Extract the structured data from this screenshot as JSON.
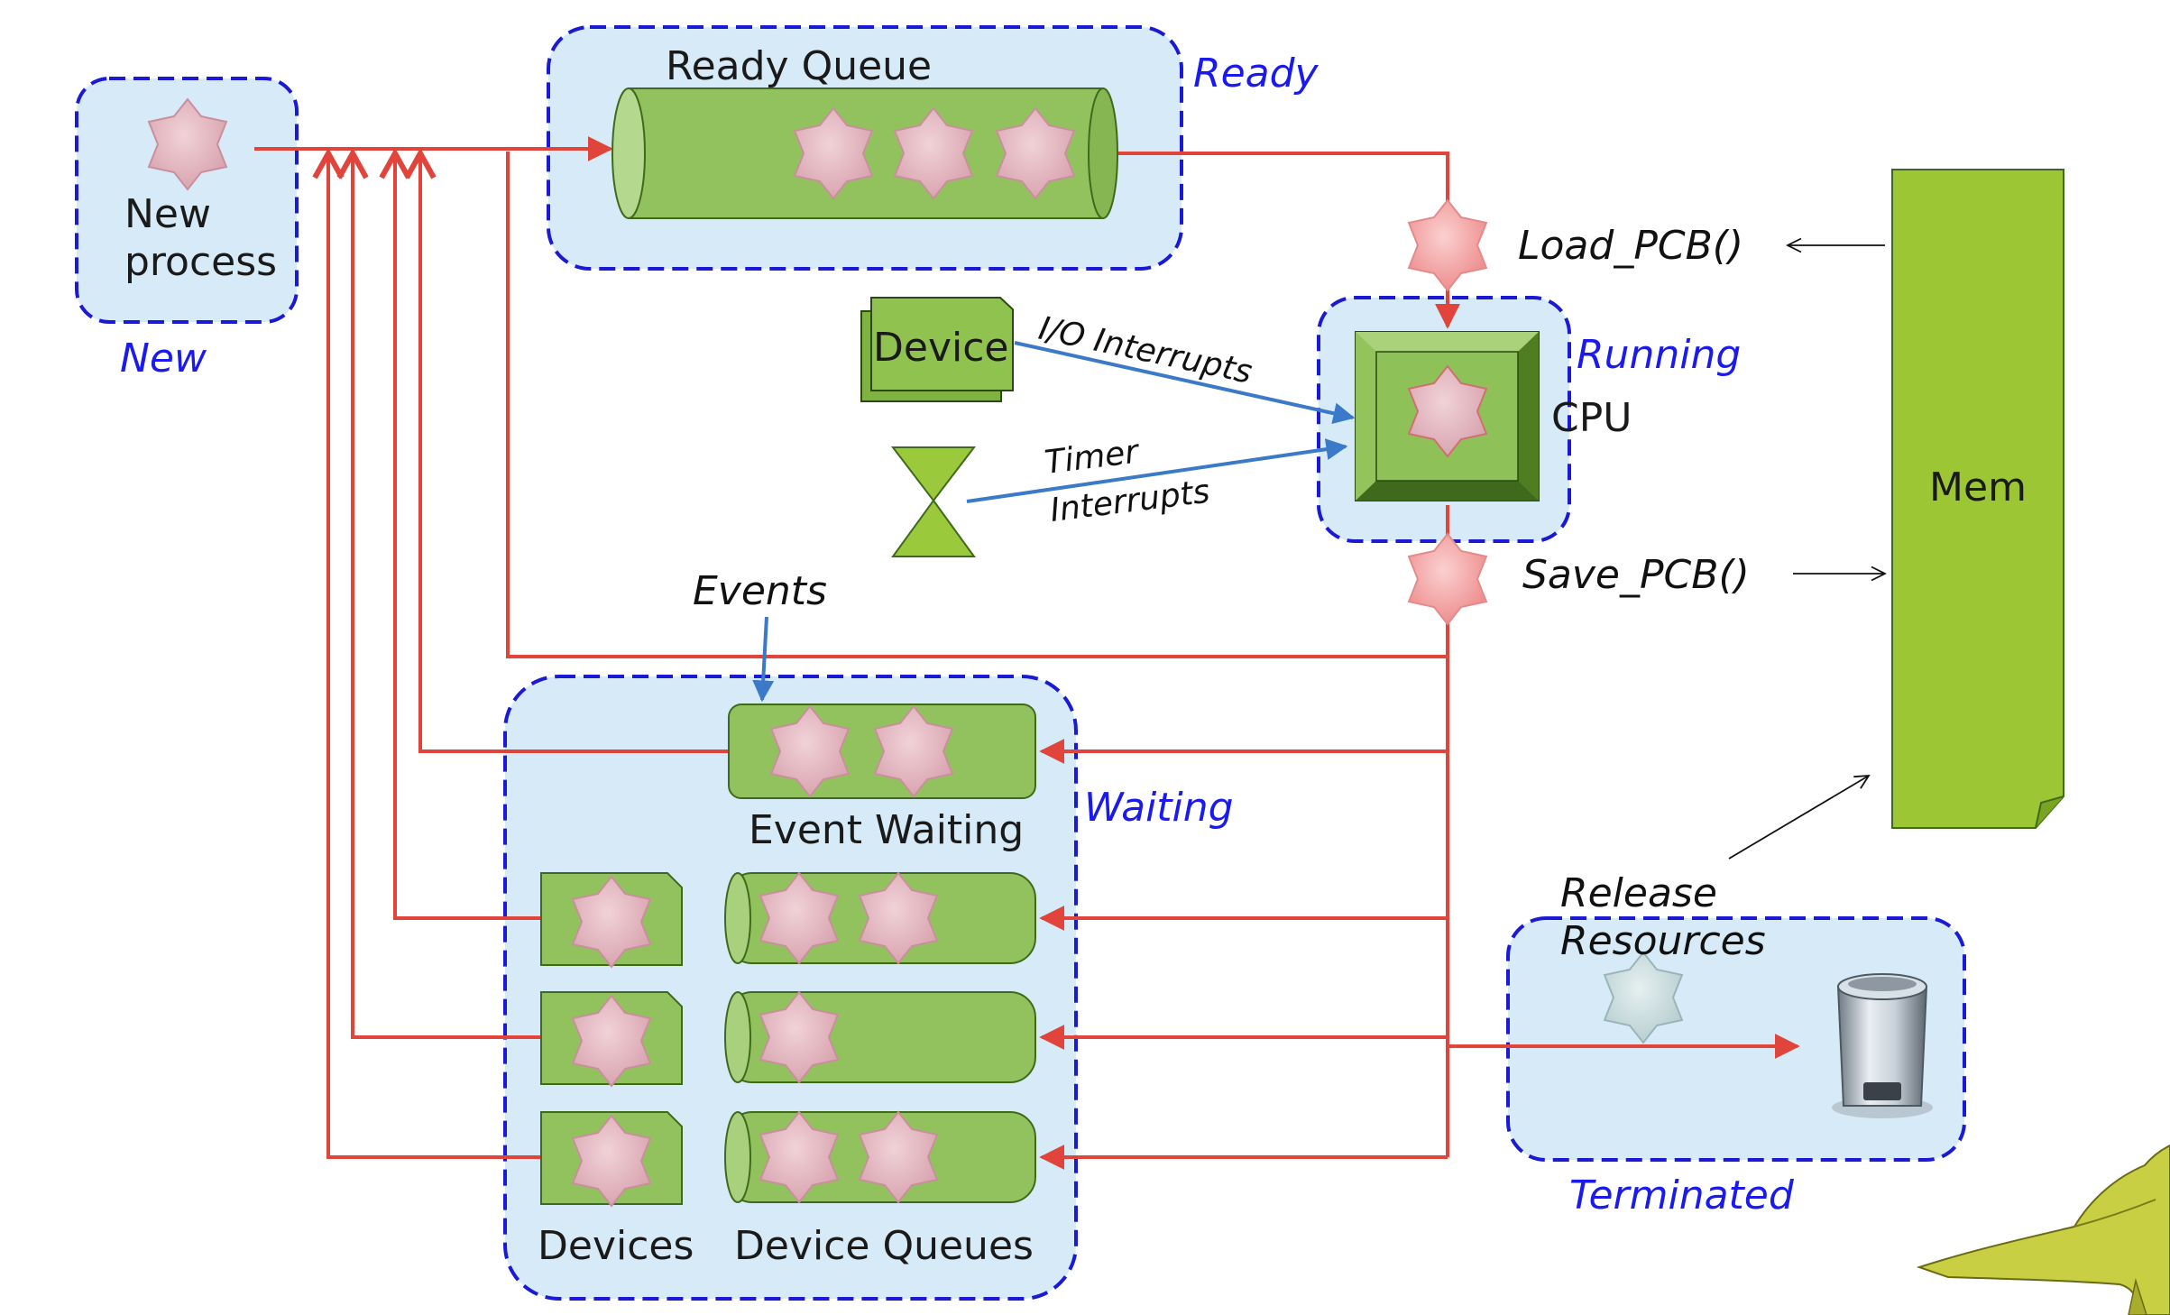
{
  "labels": {
    "new_process_line1": "New",
    "new_process_line2": "process",
    "ready_queue": "Ready Queue",
    "device": "Device",
    "io_interrupts": "I/O Interrupts",
    "timer_line1": "Timer",
    "timer_line2": "Interrupts",
    "cpu": "CPU",
    "load_pcb": "Load_PCB()",
    "save_pcb": "Save_PCB()",
    "mem": "Mem",
    "events": "Events",
    "event_waiting": "Event Waiting",
    "devices": "Devices",
    "device_queues": "Device Queues",
    "release_line1": "Release",
    "release_line2": "Resources"
  },
  "states": {
    "new": "New",
    "ready": "Ready",
    "running": "Running",
    "waiting": "Waiting",
    "terminated": "Terminated"
  },
  "colors": {
    "region_fill": "#d6ebf7",
    "region_border": "#1a1ad6",
    "queue_green": "#92c25e",
    "queue_dark": "#5a8a2e",
    "mem_green": "#9cc634",
    "arrow_red": "#e0443a",
    "arrow_blue": "#3a7ac8",
    "pcb_pink": "#e7b7c0",
    "pcb_red": "#f4a4a4",
    "pcb_pale": "#c9dde0"
  }
}
